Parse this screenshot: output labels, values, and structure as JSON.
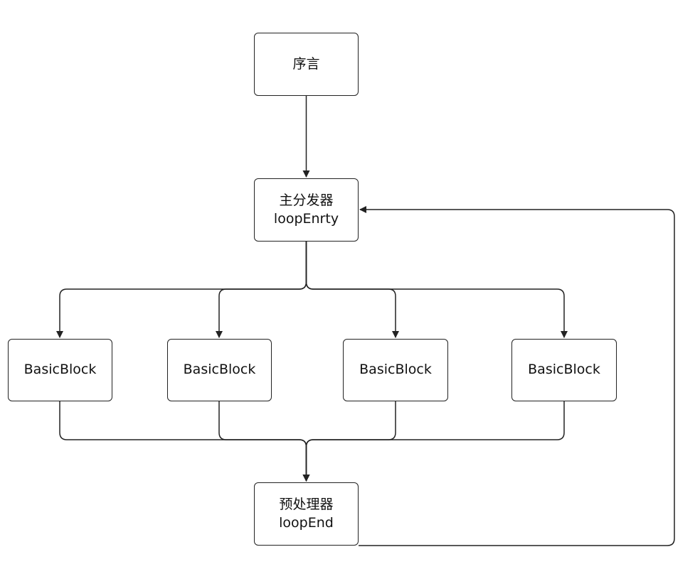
{
  "diagram": {
    "nodes": {
      "prologue": {
        "lines": [
          "序言"
        ]
      },
      "dispatcher": {
        "lines": [
          "主分发器",
          "loopEnrty"
        ]
      },
      "block_1": {
        "lines": [
          "BasicBlock"
        ]
      },
      "block_2": {
        "lines": [
          "BasicBlock"
        ]
      },
      "block_3": {
        "lines": [
          "BasicBlock"
        ]
      },
      "block_4": {
        "lines": [
          "BasicBlock"
        ]
      },
      "preprocessor": {
        "lines": [
          "预处理器",
          "loopEnd"
        ]
      }
    },
    "edges": [
      {
        "from": "prologue",
        "to": "dispatcher"
      },
      {
        "from": "dispatcher",
        "to": "block_1"
      },
      {
        "from": "dispatcher",
        "to": "block_2"
      },
      {
        "from": "dispatcher",
        "to": "block_3"
      },
      {
        "from": "dispatcher",
        "to": "block_4"
      },
      {
        "from": "block_1",
        "to": "preprocessor"
      },
      {
        "from": "block_2",
        "to": "preprocessor"
      },
      {
        "from": "block_3",
        "to": "preprocessor"
      },
      {
        "from": "block_4",
        "to": "preprocessor"
      },
      {
        "from": "preprocessor",
        "to": "dispatcher"
      }
    ],
    "colors": {
      "stroke": "#222222",
      "text": "#111111",
      "background": "#ffffff"
    }
  }
}
